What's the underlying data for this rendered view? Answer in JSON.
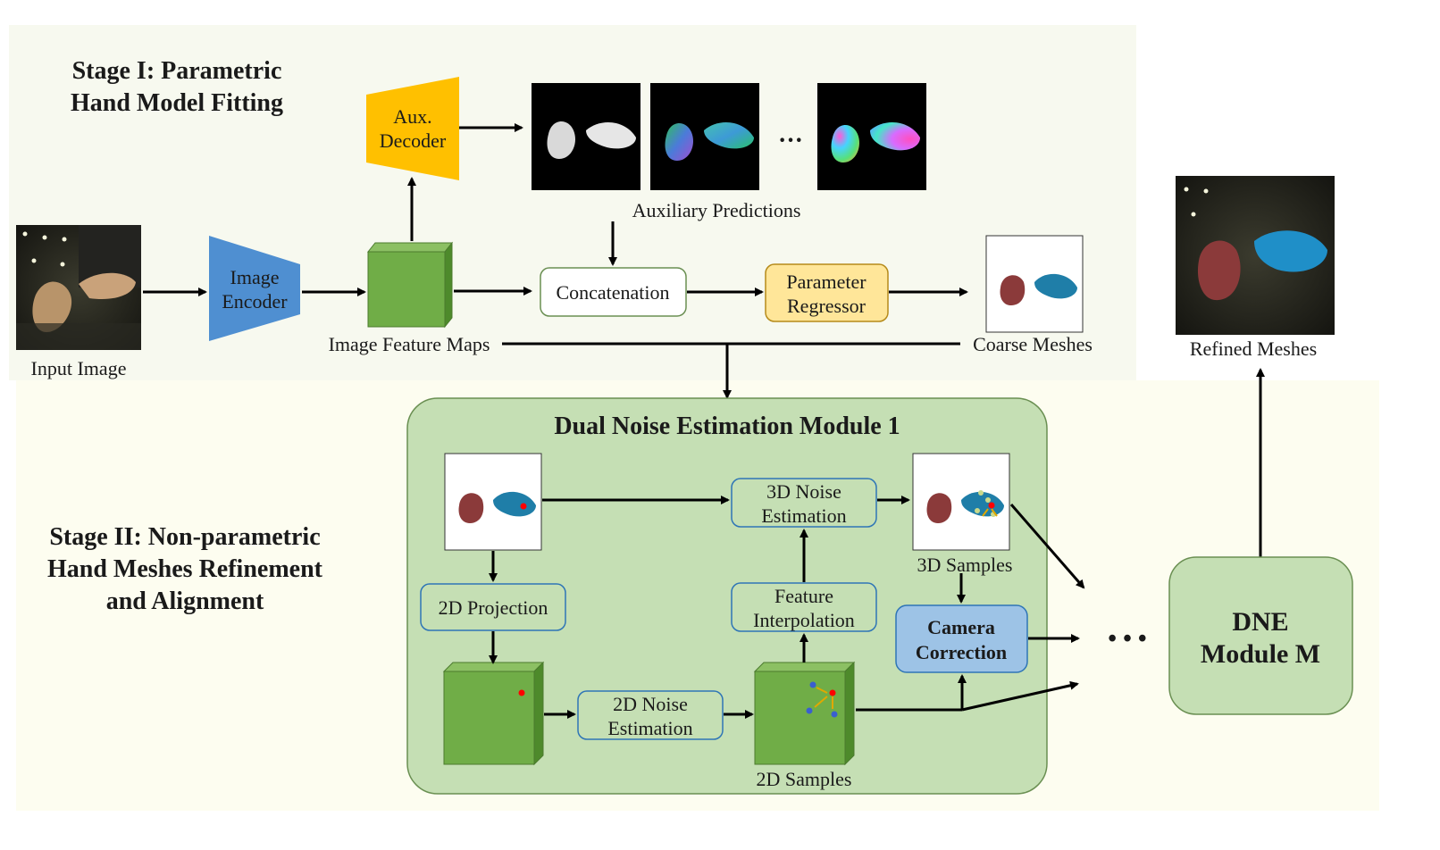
{
  "colors": {
    "stage1_bg": "#f7f9ef",
    "stage2_bg": "#fdfdf0",
    "module_fill": "#c5dfb4",
    "module_stroke": "#6a8f52",
    "encoder": "#4f8fd1",
    "decoder": "#ffc000",
    "feature_cube": "#70ad47",
    "regressor": "#ffe699",
    "camera": "#9dc3e6",
    "node_stroke": "#2e75b6",
    "right_hand": "#1f7ea8",
    "left_hand": "#8b3a3a"
  },
  "stage1": {
    "title_line1": "Stage I: Parametric",
    "title_line2": "Hand Model Fitting",
    "input_image_label": "Input Image",
    "encoder_line1": "Image",
    "encoder_line2": "Encoder",
    "decoder_line1": "Aux.",
    "decoder_line2": "Decoder",
    "feature_maps_label": "Image Feature Maps",
    "aux_predictions_label": "Auxiliary Predictions",
    "ellipsis": "···",
    "concatenation": "Concatenation",
    "regressor_line1": "Parameter",
    "regressor_line2": "Regressor",
    "coarse_meshes_label": "Coarse Meshes",
    "refined_meshes_label": "Refined Meshes"
  },
  "stage2": {
    "title_line1": "Stage II: Non-parametric",
    "title_line2": "Hand Meshes Refinement",
    "title_line3": "and Alignment",
    "module_title": "Dual Noise Estimation Module 1",
    "projection_2d": "2D Projection",
    "noise3d_line1": "3D Noise",
    "noise3d_line2": "Estimation",
    "samples3d_label": "3D Samples",
    "interp_line1": "Feature",
    "interp_line2": "Interpolation",
    "camera_line1": "Camera",
    "camera_line2": "Correction",
    "noise2d_line1": "2D Noise",
    "noise2d_line2": "Estimation",
    "samples2d_label": "2D Samples",
    "ellipsis": "• • •",
    "dne_line1": "DNE",
    "dne_line2": "Module M"
  }
}
